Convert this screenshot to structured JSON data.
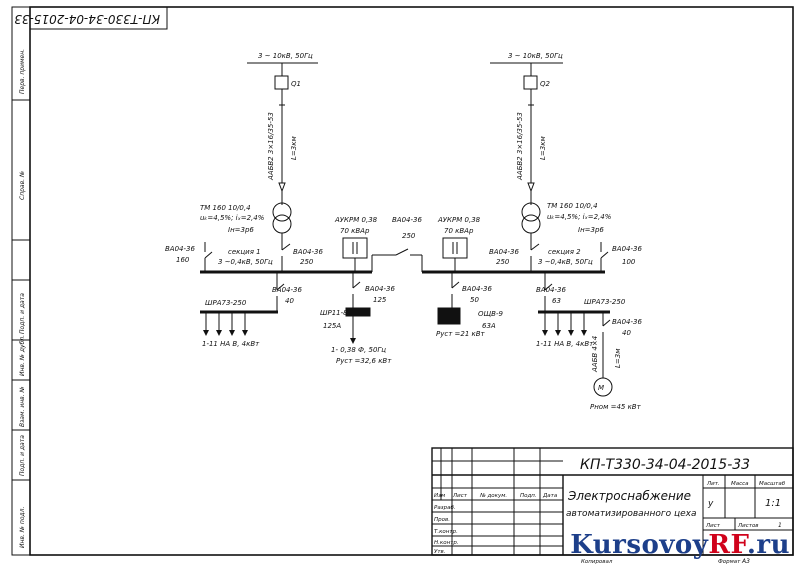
{
  "stamp_code_rotated": "КП-Т330-34-04-2015-33",
  "margin_labels": {
    "perv_primen": "Перв. примен.",
    "sprav_no": "Справ. №",
    "podp_data_1": "Подп. и дата",
    "inv_no_dubl": "Инв. № дубл.",
    "vzam_inv_no": "Взам. инв. №",
    "podp_data_2": "Подп. и дата",
    "inv_no_podl": "Инв. № подл."
  },
  "left": {
    "supply": "3 ~ 10кВ, 50Гц",
    "q_label": "Q1",
    "cable": "ААБВ2 3×16/35-53",
    "cable_len": "L=3км",
    "transformer": "ТМ 160 10/0,4",
    "transformer_params": "uₖ=4,5%; iₓ=2,4%",
    "current_sensor": "Iн=3р6",
    "breaker_left": "ВА04-36",
    "breaker_left_val": "160",
    "section": "секция 1",
    "section_params": "3 ~0,4кВ, 50Гц",
    "breaker_main": "ВА04-36",
    "breaker_main_val": "250",
    "breaker_feed": "ВА04-36",
    "breaker_feed_val": "40",
    "busway": "ШРА73-250",
    "load": "1-11 НА В, 4кВт"
  },
  "compensator_left": {
    "name": "АУКРМ 0,38",
    "power": "70 кВАр"
  },
  "tie": {
    "name": "ВА04-36",
    "val": "250"
  },
  "compensator_right": {
    "name": "АУКРМ 0,38",
    "power": "70 кВАр"
  },
  "center_left": {
    "breaker": "ВА04-36",
    "breaker_val": "125",
    "panel": "ШР11-8",
    "panel_val": "125А",
    "panel_params": "1- 0,38 Ф, 50Гц",
    "power": "Pуст =32,6 кВт"
  },
  "center_right": {
    "breaker": "ВА04-36",
    "breaker_val": "50",
    "panel": "ОЩВ-9",
    "panel_val": "63А",
    "power": "Pуст =21 кВт"
  },
  "right": {
    "supply": "3 ~ 10кВ, 50Гц",
    "q_label": "Q2",
    "cable": "ААБВ2 3×16/35-53",
    "cable_len": "L=3км",
    "transformer": "ТМ 160 10/0,4",
    "transformer_params": "uₖ=4,5%; iₓ=2,4%",
    "current_sensor": "Iн=3р6",
    "breaker_main": "ВА04-36",
    "breaker_main_val": "250",
    "section": "секция 2",
    "section_params": "3 ~0,4кВ, 50Гц",
    "breaker_right": "ВА04-36",
    "breaker_right_val": "100",
    "breaker_feed": "ВА04-36",
    "breaker_feed_val": "63",
    "busway": "ШРА73-250",
    "breaker_motor": "ВА04-36",
    "breaker_motor_val": "40",
    "load": "1-11 НА В, 4кВт",
    "motor_cable": "ААБВ 4×4",
    "motor_cable_len": "L=3м",
    "motor_symbol": "М",
    "motor_power": "Pном =45 кВт"
  },
  "title_block": {
    "code": "КП-Т330-34-04-2015-33",
    "title_line1": "Электроснабжение",
    "title_line2": "автоматизированного цеха",
    "col_izm": "Изм",
    "col_list": "Лист",
    "col_doc": "№ докум.",
    "col_podp": "Подп.",
    "col_data": "Дата",
    "razrab": "Разраб.",
    "prov": "Пров.",
    "tkontr": "Т.контр.",
    "nkontr": "Н.контр.",
    "utv": "Утв.",
    "lit": "Лит.",
    "massa": "Масса",
    "masshtab": "Масштаб",
    "lit_val": "у",
    "masshtab_val": "1:1",
    "list_label": "Лист",
    "listov_label": "Листов",
    "listov_val": "1",
    "kopiroval": "Копировал",
    "format": "Формат",
    "format_val": "А3"
  },
  "watermark": {
    "a": "Kursovoy",
    "b": "RF",
    "c": ".ru"
  }
}
